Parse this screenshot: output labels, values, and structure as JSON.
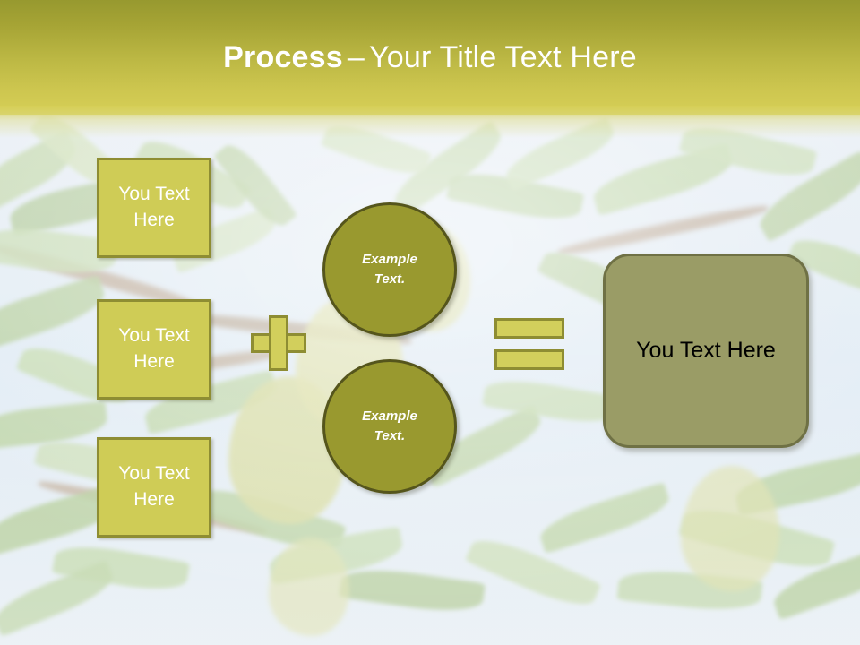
{
  "slide": {
    "title": {
      "bold_part": "Process",
      "dash": "–",
      "rest": "Your Title Text Here"
    },
    "background_description": "almond tree branch with leaves and green fruit, washed out",
    "colors": {
      "header_gradient_top": "#97992F",
      "header_gradient_bottom": "#D6CF57",
      "input_box_fill": "#CFCC56",
      "input_box_border": "#8E8D33",
      "circle_fill": "#99992F",
      "circle_border": "#55551C",
      "operator_fill": "#D2CF5C",
      "operator_border": "#8E8D33",
      "result_fill": "#9A9C66",
      "result_border": "#6F7145",
      "title_text": "#FFFFFF",
      "result_text": "#000000"
    }
  },
  "diagram": {
    "input_boxes": [
      {
        "label": "You Text\nHere",
        "line1": "You Text",
        "line2": "Here"
      },
      {
        "label": "You Text\nHere",
        "line1": "You Text",
        "line2": "Here"
      },
      {
        "label": "You Text\nHere",
        "line1": "You Text",
        "line2": "Here"
      }
    ],
    "plus_operator": {
      "symbol": "+"
    },
    "circles": [
      {
        "line1": "Example",
        "line2": "Text."
      },
      {
        "line1": "Example",
        "line2": "Text."
      }
    ],
    "equals_operator": {
      "symbol": "="
    },
    "result_box": {
      "label": "You Text Here"
    }
  }
}
